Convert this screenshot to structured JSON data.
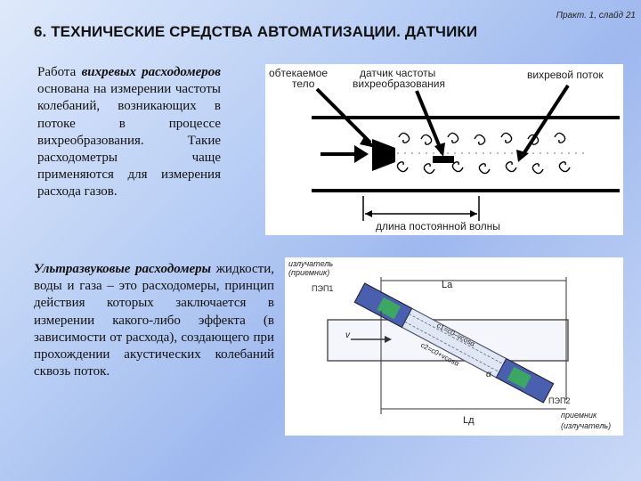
{
  "slide_ref": "Практ. 1, слайд 21",
  "title": "6. ТЕХНИЧЕСКИЕ СРЕДСТВА АВТОМАТИЗАЦИИ. ДАТЧИКИ",
  "para1": {
    "lead": "Работа ",
    "em": "вихревых расходомеров",
    "rest": " основана на измерении частоты колебаний, возникающих в потоке в процессе вихреобразования. Такие расходометры чаще применяются для измерения расхода газов."
  },
  "para2": {
    "em": "Ультразвуковые расходомеры",
    "rest": " жидкости, воды и газа – это расходомеры, принцип действия которых заключается в измерении какого-либо эффекта (в зависимости от расхода), создающего при прохождении акустических колебаний сквозь поток."
  },
  "figure1": {
    "label_body_1": "обтекаемое",
    "label_body_2": "тело",
    "label_sensor_1": "датчик частоты",
    "label_sensor_2": "вихреобразования",
    "label_vortex": "вихревой поток",
    "label_wave": "длина постоянной волны"
  },
  "figure2": {
    "label_emitter_1": "излучатель",
    "label_emitter_2": "(приемник)",
    "label_pep1": "ПЭП1",
    "label_pep2": "ПЭП2",
    "label_receiver_1": "приемник",
    "label_receiver_2": "(излучатель)",
    "label_la": "Lа",
    "label_ld": "Lд",
    "label_v": "v",
    "label_c_minus": "c1=c0–vcosα",
    "label_c_plus": "c2=c0+vcosα",
    "label_alpha": "α"
  }
}
